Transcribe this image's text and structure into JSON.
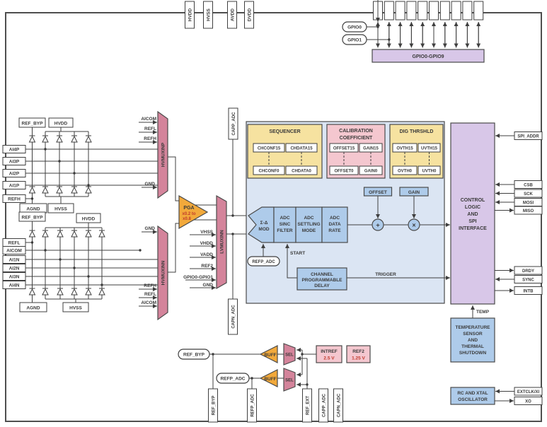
{
  "chip": {
    "top_pins": [
      "HVDD",
      "HVSS",
      "AVDD",
      "DVDD"
    ],
    "gpio": {
      "pills": [
        "GPIO0",
        "GPIO1"
      ],
      "box": "GPIO0-GPIO9"
    },
    "esd_top": {
      "ref_byp": "REF_BYP",
      "hvdd": "HVDD",
      "agnd": "AGND",
      "hvss": "HVSS",
      "pins": [
        "AI4P",
        "AI3P",
        "AI2P",
        "AI1P",
        "REFH"
      ]
    },
    "esd_bot": {
      "ref_byp": "REF_BYP",
      "hvdd": "HVDD",
      "agnd": "AGND",
      "hvss": "HVSS",
      "pins": [
        "REFL",
        "AICOM",
        "AI1N",
        "AI2N",
        "AI3N",
        "AI4N"
      ]
    },
    "hvmuxinp": {
      "label": "HVMUXINP",
      "top_inputs": [
        "AICOM",
        "REFL",
        "REFH"
      ],
      "gnd": "GND"
    },
    "hvmuxinn": {
      "label": "HVMUXINN",
      "gnd": "GND",
      "bot_inputs": [
        "REFH",
        "REFL",
        "AICOM"
      ]
    },
    "pga": {
      "label": "PGA",
      "gain_a": "x0.2 to",
      "gain_b": "x0.8"
    },
    "lvmux": {
      "label": "LVMUXINN",
      "inputs": [
        "VHSS",
        "VHDD",
        "VADD",
        "REF2",
        "GPIO0-GPIO1",
        "GND"
      ]
    },
    "cap_top": "CAPP_ADC",
    "cap_mid": "CAPN_ADC",
    "panel": {
      "sequencer": {
        "title": "SEQUENCER",
        "cells": [
          "CHCONF15",
          "CHDATA15",
          "CHCONF0",
          "CHDATA0"
        ]
      },
      "calibration": {
        "title_1": "CALIBRATION",
        "title_2": "COEFFICIENT",
        "cells": [
          "OFFSET15",
          "GAIN15",
          "OFFSET0",
          "GAIN0"
        ]
      },
      "dig_thrshld": {
        "title": "DIG THRSHLD",
        "cells": [
          "OVTH15",
          "UVTH15",
          "OVTH0",
          "UVTH0"
        ]
      },
      "mod": {
        "l1": "Σ-Δ",
        "l2": "MOD"
      },
      "sinc": [
        "ADC",
        "SINC",
        "FILTER"
      ],
      "settling": [
        "ADC",
        "SETTLING",
        "MODE"
      ],
      "rate": [
        "ADC",
        "DATA",
        "RATE"
      ],
      "offset": "OFFSET",
      "gain": "GAIN",
      "plus": "+",
      "times": "×",
      "refp_adc": "REFP_ADC",
      "start": "START",
      "delay": [
        "CHANNEL",
        "PROGRAMMABLE",
        "DELAY"
      ],
      "trigger": "TRIGGER"
    },
    "control": {
      "lines": [
        "CONTROL",
        "LOGIC",
        "AND",
        "SPI",
        "INTERFACE"
      ],
      "temp": "TEMP"
    },
    "right_pins": [
      "SPI_ADDR",
      "CSB",
      "SCK",
      "MOSI",
      "MISO",
      "DRDY",
      "SYNC",
      "INTB"
    ],
    "temp_sensor": [
      "TEMPERATURE",
      "SENSOR",
      "AND",
      "THERMAL",
      "SHUTDOWN"
    ],
    "oscillator": {
      "lines": [
        "RC AND XTAL",
        "OSCILLATOR"
      ],
      "extclk": "EXTCLK/XI",
      "xo": "XO"
    },
    "refs": {
      "ref_byp": "REF_BYP",
      "refp_adc": "REFP_ADC",
      "buff": "BUFF",
      "sel": "SEL",
      "intref_1": "INTREF",
      "intref_2": "2.5 V",
      "ref2_1": "REF2",
      "ref2_2": "1.25 V"
    },
    "bottom_pins": [
      "REF_BYP",
      "REFP_ADC",
      "REF_EXT",
      "CAPP_ADC",
      "CAPN_ADC"
    ]
  },
  "colors": {
    "yellow": "#F6E2A0",
    "pink": "#F4C7CF",
    "panel_blue": "#DBE5F3",
    "block_blue": "#AECBEA",
    "purple": "#D8C7E8",
    "rose": "#D4849B",
    "orange": "#F2A93B",
    "wire": "#3F3F3F",
    "red_text": "#C0392B"
  }
}
